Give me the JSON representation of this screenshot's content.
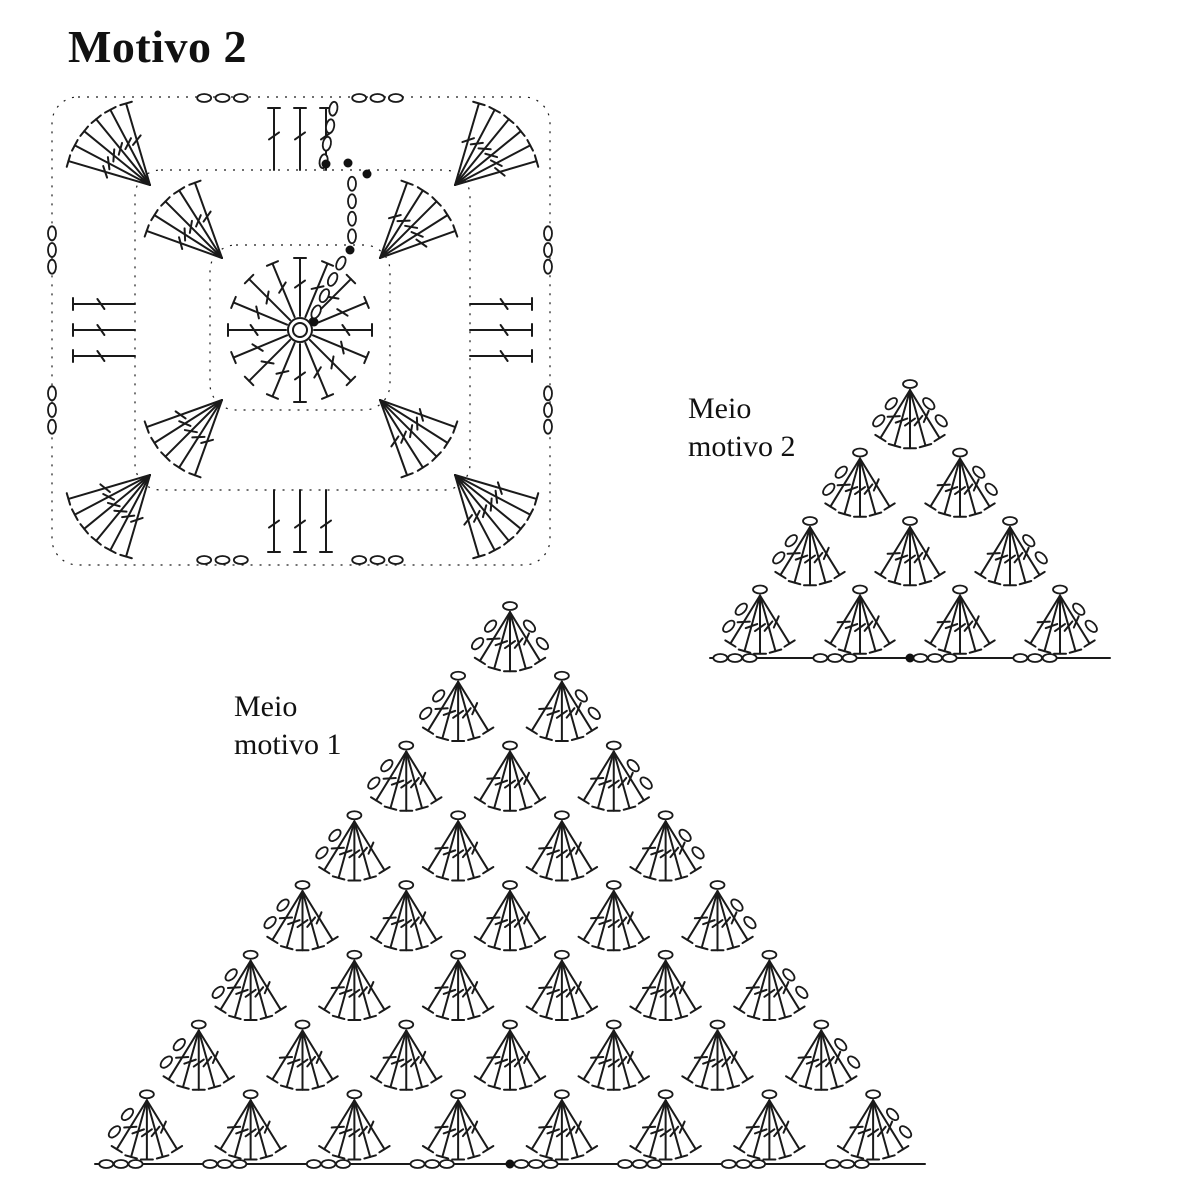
{
  "title": "Motivo 2",
  "labels": {
    "half_motif_1": [
      "Meio",
      "motivo 1"
    ],
    "half_motif_2": [
      "Meio",
      "motivo 2"
    ]
  },
  "stitch_symbols": {
    "chain": "oval",
    "double_crochet": "T with crossbar",
    "slip_stitch": "filled dot",
    "magic_ring": "small circle"
  },
  "colors": {
    "ink": "#1a1a1a",
    "background": "#ffffff"
  }
}
